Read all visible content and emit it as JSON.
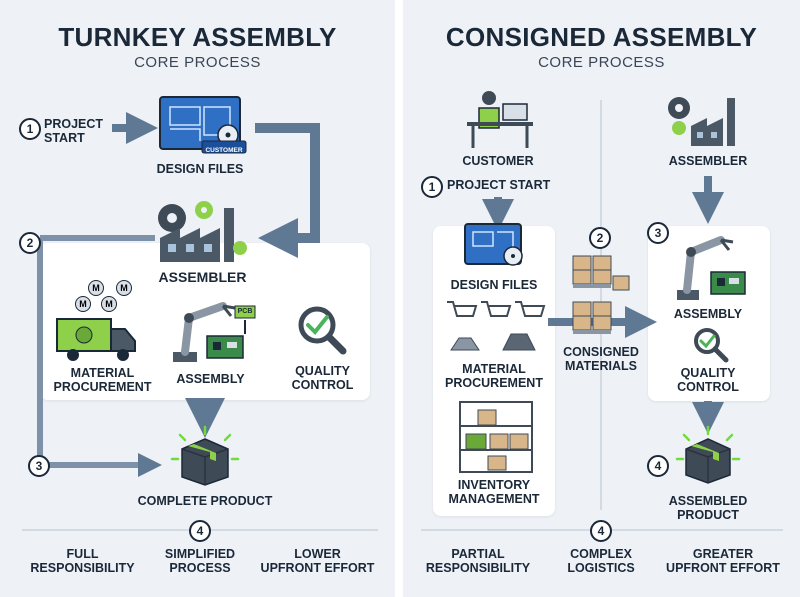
{
  "left": {
    "title": "TURNKEY ASSEMBLY",
    "subtitle": "CORE PROCESS",
    "step1": "1",
    "step1_label": "PROJECT\nSTART",
    "design_files": "DESIGN FILES",
    "customer_tag": "CUSTOMER",
    "step2": "2",
    "assembler": "ASSEMBLER",
    "material_procurement": "MATERIAL\nPROCUREMENT",
    "assembly": "ASSEMBLY",
    "pcb_tag": "PCB",
    "quality_control": "QUALITY\nCONTROL",
    "step3": "3",
    "complete_product": "COMPLETE PRODUCT",
    "step4": "4",
    "traits": [
      "FULL\nRESPONSIBILITY",
      "SIMPLIFIED\nPROCESS",
      "LOWER\nUPFRONT EFFORT"
    ],
    "m_label": "M"
  },
  "right": {
    "title": "CONSIGNED ASSEMBLY",
    "subtitle": "CORE PROCESS",
    "customer": "CUSTOMER",
    "assembler": "ASSEMBLER",
    "step1": "1",
    "step1_label": "PROJECT START",
    "design_files": "DESIGN FILES",
    "material_procurement": "MATERIAL\nPROCUREMENT",
    "inventory_management": "INVENTORY\nMANAGEMENT",
    "step2": "2",
    "consigned_materials": "CONSIGNED\nMATERIALS",
    "step3": "3",
    "assembly": "ASSEMBLY",
    "quality_control": "QUALITY\nCONTROL",
    "step4": "4",
    "assembled_product": "ASSEMBLED\nPRODUCT",
    "step4b": "4",
    "traits": [
      "PARTIAL\nRESPONSIBILITY",
      "COMPLEX\nLOGISTICS",
      "GREATER\nUPFRONT EFFORT"
    ]
  },
  "colors": {
    "arrow": "#5f7894",
    "ink": "#1b2838",
    "blueprint": "#2f6fc4",
    "green": "#8ed04a",
    "glow": "#6fdc3c"
  }
}
